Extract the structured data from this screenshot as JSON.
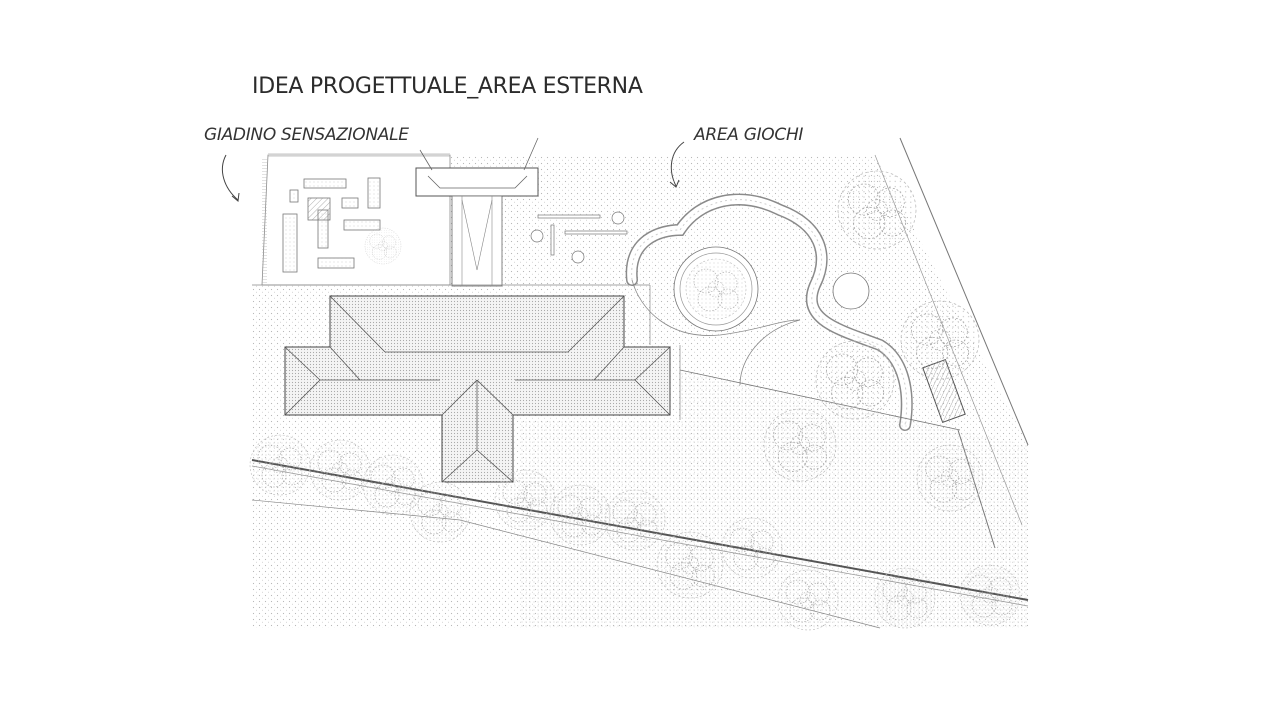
{
  "page": {
    "title": "IDEA PROGETTUALE_AREA ESTERNA"
  },
  "labels": {
    "garden": "GIADINO SENSAZIONALE",
    "play_area": "AREA GIOCHI"
  },
  "colors": {
    "background": "#ffffff",
    "ink": "#2b2b2b",
    "line": "#7a7a7a",
    "tree": "#9a9a9a"
  }
}
